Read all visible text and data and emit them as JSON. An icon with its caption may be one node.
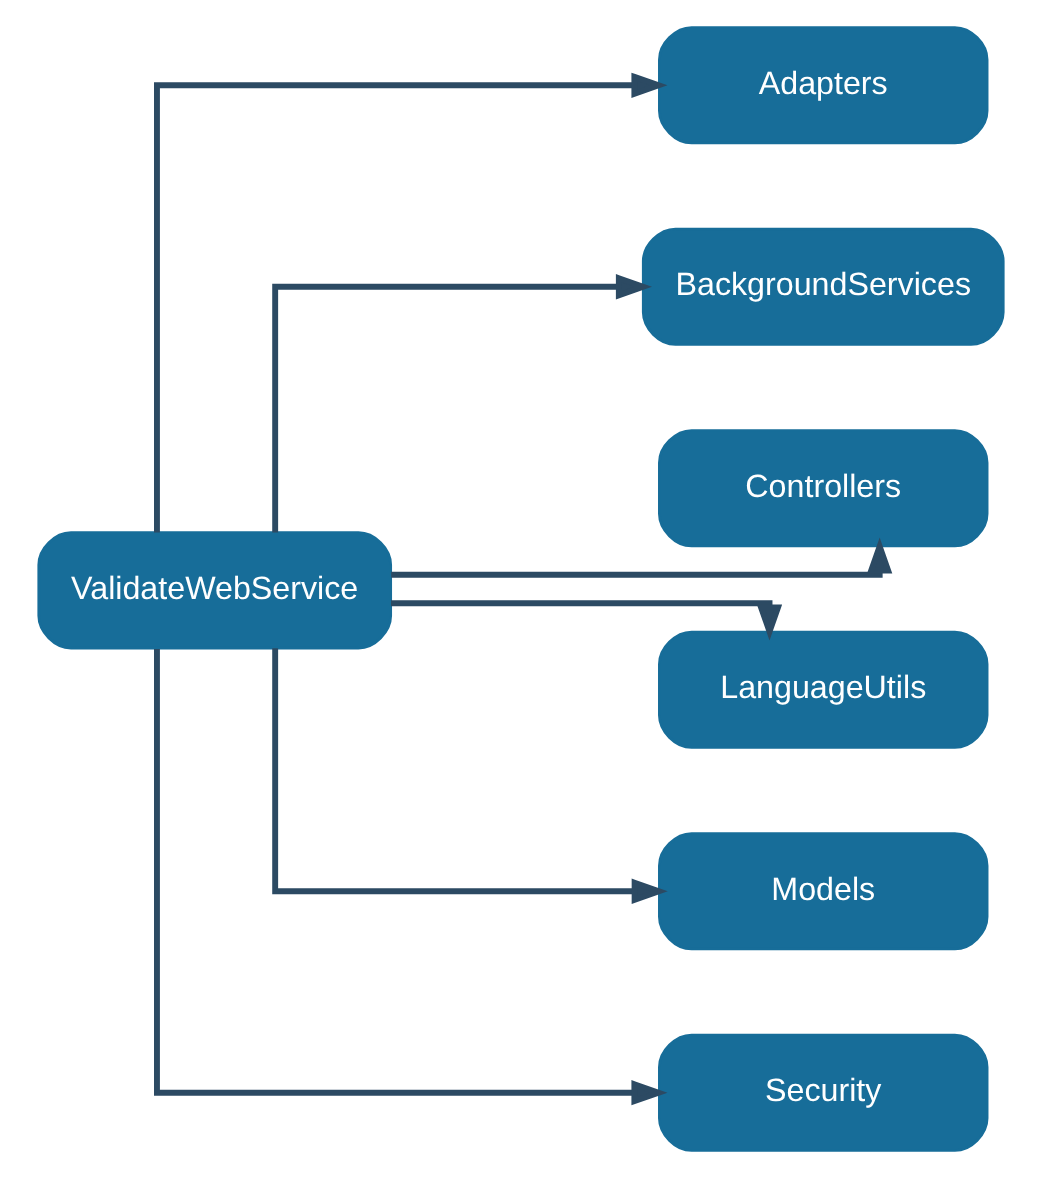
{
  "diagram": {
    "nodes": [
      {
        "text": [
          "ValidateWebService"
        ]
      },
      {
        "text": [
          "Adapters"
        ]
      },
      {
        "text": [
          "BackgroundServices"
        ]
      },
      {
        "text": [
          "Controllers"
        ]
      },
      {
        "text": [
          "LanguageUtils"
        ]
      },
      {
        "text": [
          "Models"
        ]
      },
      {
        "text": [
          "Security"
        ]
      }
    ],
    "edges": [
      {
        "from": 0,
        "to": 1,
        "arrow": "to"
      },
      {
        "from": 0,
        "to": 2,
        "arrow": "to"
      },
      {
        "from": 0,
        "to": 3,
        "arrow": "to"
      },
      {
        "from": 0,
        "to": 4,
        "arrow": "to"
      },
      {
        "from": 0,
        "to": 5,
        "arrow": "to"
      },
      {
        "from": 0,
        "to": 6,
        "arrow": "to"
      }
    ]
  }
}
